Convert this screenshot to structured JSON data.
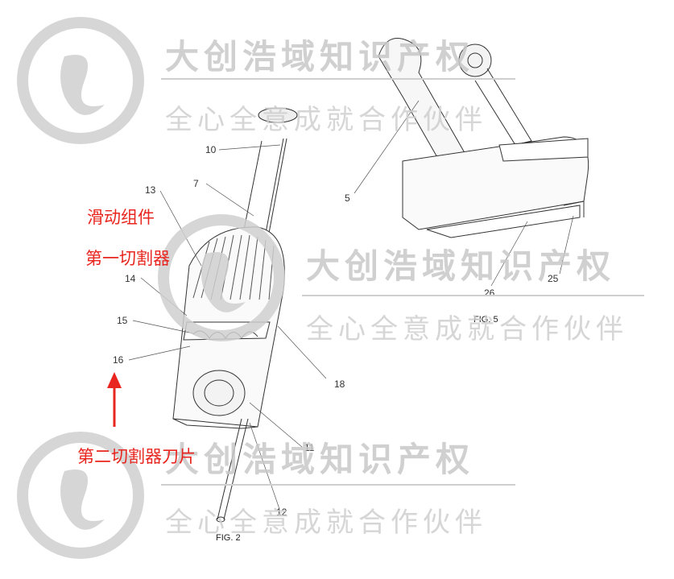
{
  "figures": [
    {
      "caption": "FIG. 2",
      "labels": [
        "10",
        "7",
        "13",
        "14",
        "15",
        "16",
        "18",
        "11",
        "12"
      ]
    },
    {
      "caption": "FIG. 5",
      "labels": [
        "5",
        "26",
        "25"
      ]
    }
  ],
  "annotations": {
    "sliding_assembly": "滑动组件",
    "first_cutter": "第一切割器",
    "second_cutter_blade": "第二切割器刀片"
  },
  "watermark": {
    "line1": "大创浩域知识产权",
    "line2": "全心全意成就合作伙伴"
  },
  "colors": {
    "annotation": "#e8251e",
    "watermark": "#c8c8c8"
  }
}
